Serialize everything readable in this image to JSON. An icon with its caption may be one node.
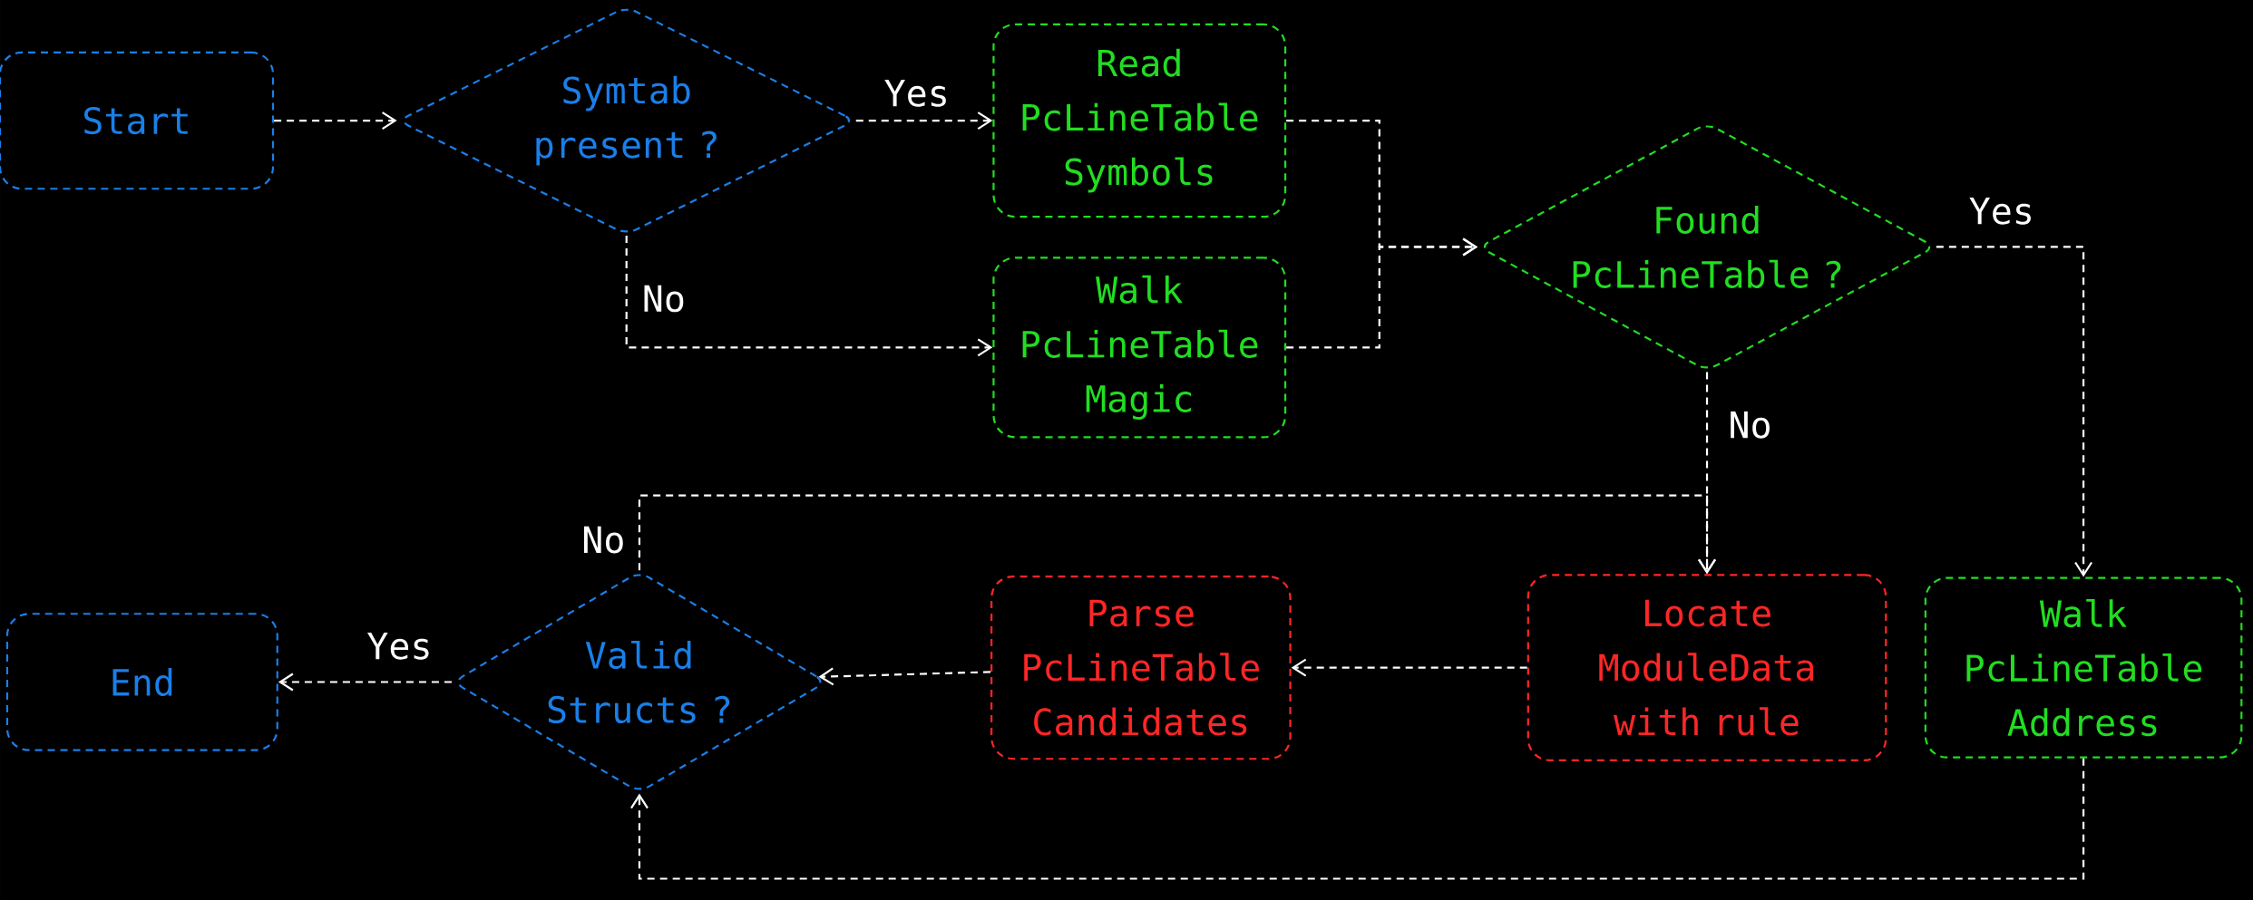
{
  "diagram": {
    "nodes": [
      {
        "text": [
          "Start"
        ]
      },
      {
        "text": [
          "Symtab present ?"
        ]
      },
      {
        "text": [
          "Read PcLineTable Symbols"
        ]
      },
      {
        "text": [
          "Walk PcLineTable Magic"
        ]
      },
      {
        "text": [
          "Found PcLineTable ?"
        ]
      },
      {
        "text": [
          "Walk PcLineTable Address"
        ]
      },
      {
        "text": [
          "Locate ModuleData with rule"
        ]
      },
      {
        "text": [
          "Parse PcLineTable Candidates"
        ]
      },
      {
        "text": [
          "Valid Structs ?"
        ]
      },
      {
        "text": [
          "End"
        ]
      }
    ],
    "edges": [
      {
        "from": 0,
        "to": 1,
        "arrow": "to"
      },
      {
        "from": 1,
        "to": 2,
        "arrow": "to",
        "label": "Yes"
      },
      {
        "from": 1,
        "to": 3,
        "arrow": "to",
        "label": "No"
      },
      {
        "from": 2,
        "to": 4,
        "arrow": "to"
      },
      {
        "from": 3,
        "to": 4,
        "arrow": "to"
      },
      {
        "from": 4,
        "to": 5,
        "arrow": "to",
        "label": "Yes"
      },
      {
        "from": 4,
        "to": 6,
        "arrow": "to",
        "label": "No"
      },
      {
        "from": 8,
        "to": 6,
        "arrow": "to",
        "label": "No"
      },
      {
        "from": 6,
        "to": 7,
        "arrow": "to"
      },
      {
        "from": 7,
        "to": 8,
        "arrow": "to"
      },
      {
        "from": 8,
        "to": 9,
        "arrow": "to",
        "label": "Yes"
      },
      {
        "from": 5,
        "to": 8,
        "arrow": "to"
      }
    ]
  }
}
